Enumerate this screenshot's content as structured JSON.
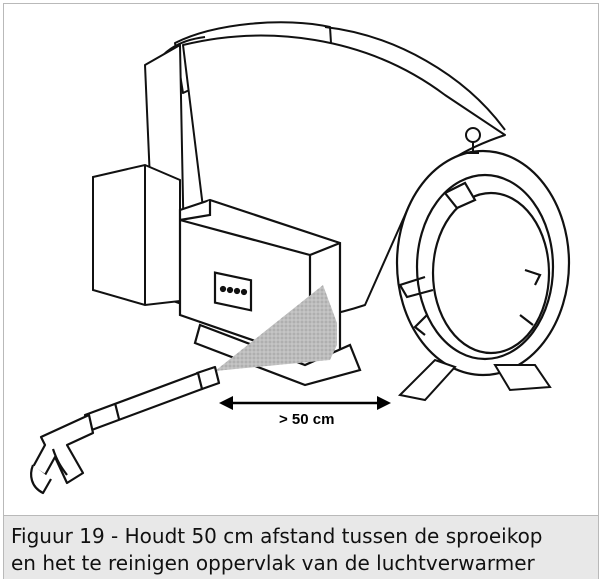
{
  "figure": {
    "dimension_label": "> 50 cm",
    "caption": {
      "line1": "Figuur 19 - Houdt 50 cm afstand tussen de sproeikop",
      "line2": "en het te reinigen oppervlak van de luchtverwarmer"
    }
  }
}
